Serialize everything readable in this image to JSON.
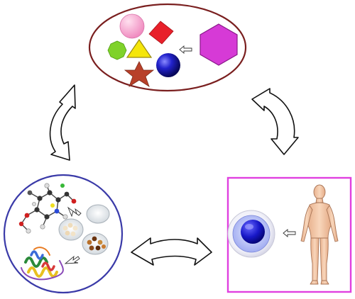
{
  "diagram": {
    "panels": [
      {
        "id": "shapes",
        "icon": "geometric-shapes-ellipse"
      },
      {
        "id": "molecules",
        "icon": "molecular-structures-circle"
      },
      {
        "id": "human",
        "icon": "human-body-cell-box"
      }
    ],
    "connectors": [
      {
        "from": "molecules",
        "to": "shapes",
        "icon": "curved-double-arrow"
      },
      {
        "from": "shapes",
        "to": "human",
        "icon": "curved-double-arrow"
      },
      {
        "from": "molecules",
        "to": "human",
        "icon": "curved-double-arrow"
      }
    ],
    "colors": {
      "ellipse_border": "#7a1f1f",
      "circle_border": "#3a3aa8",
      "box_border": "#e040e0",
      "hexagon": "#d63ad6",
      "pink_circle": "#f7a8d0",
      "red_diamond": "#e8202a",
      "green_octagon": "#7fd22a",
      "yellow_triangle": "#f5e60a",
      "blue_sphere": "#1a1ab8",
      "brown_star": "#b8402a",
      "skin": "#f4c9a8"
    }
  }
}
